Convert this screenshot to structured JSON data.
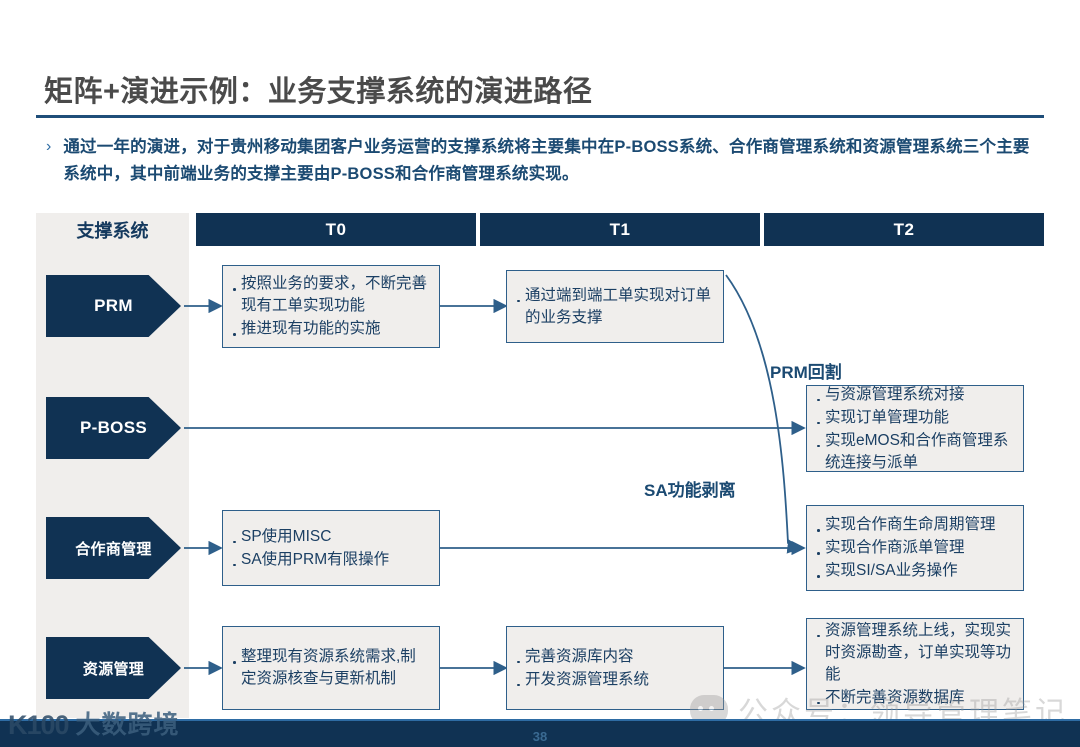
{
  "slide": {
    "title": "矩阵+演进示例：业务支撑系统的演进路径",
    "bullet_marker": "›",
    "lead_text": "通过一年的演进，对于贵州移动集团客户业务运营的支撑系统将主要集中在P-BOSS系统、合作商管理系统和资源管理系统三个主要系统中，其中前端业务的支撑主要由P-BOSS和合作商管理系统实现。",
    "page_number": "38"
  },
  "matrix": {
    "header": {
      "row_label": "支撑系统",
      "columns": [
        "T0",
        "T1",
        "T2"
      ]
    },
    "rows": [
      {
        "name": "PRM",
        "t0": [
          "按照业务的要求，不断完善现有工单实现功能",
          "推进现有功能的实施"
        ],
        "t1": [
          "通过端到端工单实现对订单的业务支撑"
        ],
        "t2": []
      },
      {
        "name": "P-BOSS",
        "t0": [],
        "t1": [],
        "t2": [
          "与资源管理系统对接",
          "实现订单管理功能",
          "实现eMOS和合作商管理系统连接与派单"
        ]
      },
      {
        "name": "合作商管理",
        "t0": [
          "SP使用MISC",
          "SA使用PRM有限操作"
        ],
        "t1": [],
        "t2": [
          "实现合作商生命周期管理",
          "实现合作商派单管理",
          "实现SI/SA业务操作"
        ]
      },
      {
        "name": "资源管理",
        "t0": [
          "整理现有资源系统需求,制定资源核查与更新机制"
        ],
        "t1": [
          "完善资源库内容",
          "开发资源管理系统"
        ],
        "t2": [
          "资源管理系统上线，实现实时资源勘查，订单实现等功能",
          "不断完善资源数据库"
        ]
      }
    ],
    "annotations": [
      {
        "label": "PRM回割"
      },
      {
        "label": "SA功能剥离"
      }
    ]
  },
  "watermarks": {
    "left_logo": "K100",
    "left_text": "大数跨境",
    "right_text": "公众号：领导管理笔记"
  },
  "colors": {
    "navy": "#103253",
    "accent": "#2e6ca4",
    "band": "#f0eeec",
    "box_border": "#2e5f8a",
    "title": "#4a4a4a"
  }
}
